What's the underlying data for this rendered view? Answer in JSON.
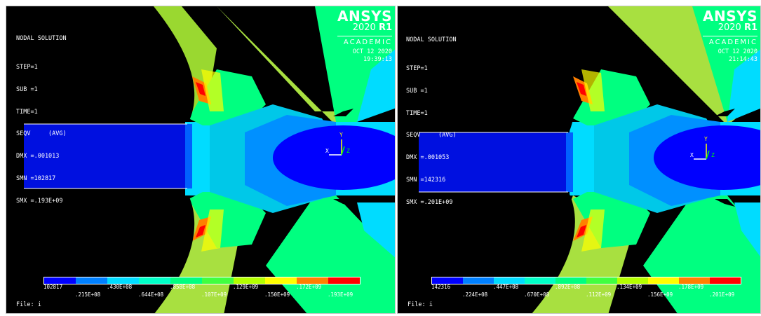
{
  "panels": [
    {
      "solution_title": "NODAL SOLUTION",
      "info_lines": [
        "STEP=1",
        "SUB =1",
        "TIME=1",
        "SEQV     (AVG)",
        "DMX =.001013",
        "SMN =102817",
        "SMX =.193E+09"
      ],
      "brand": "ANSYS",
      "release_year": "2020",
      "release_tag": "R1",
      "edition": "ACADEMIC",
      "date": "OCT 12 2020",
      "time": "19:39:13",
      "legend_labels_top": [
        "102817",
        ".430E+08",
        ".858E+08",
        ".129E+09",
        ".172E+09"
      ],
      "legend_labels_bottom": [
        ".215E+08",
        ".644E+08",
        ".107E+09",
        ".150E+09",
        ".193E+09"
      ],
      "file_label": "File: i",
      "triad_x": "X",
      "triad_y": "Y",
      "triad_z": "Z"
    },
    {
      "solution_title": "NODAL SOLUTION",
      "info_lines": [
        "STEP=1",
        "SUB =1",
        "TIME=1",
        "SEQV     (AVG)",
        "DMX =.001053",
        "SMN =142316",
        "SMX =.201E+09"
      ],
      "brand": "ANSYS",
      "release_year": "2020",
      "release_tag": "R1",
      "edition": "ACADEMIC",
      "date": "OCT 12 2020",
      "time": "21:14:43",
      "legend_labels_top": [
        "142316",
        ".447E+08",
        ".892E+08",
        ".134E+09",
        ".178E+09"
      ],
      "legend_labels_bottom": [
        ".224E+08",
        ".670E+08",
        ".112E+09",
        ".156E+09",
        ".201E+09"
      ],
      "file_label": "File: i",
      "triad_x": "X",
      "triad_y": "Y",
      "triad_z": "Z"
    }
  ],
  "contour_colors": [
    "#0000ff",
    "#0080ff",
    "#00dcff",
    "#00ffc8",
    "#00ff80",
    "#40ff40",
    "#b4ff00",
    "#ffff00",
    "#ff8000",
    "#ff0000"
  ]
}
